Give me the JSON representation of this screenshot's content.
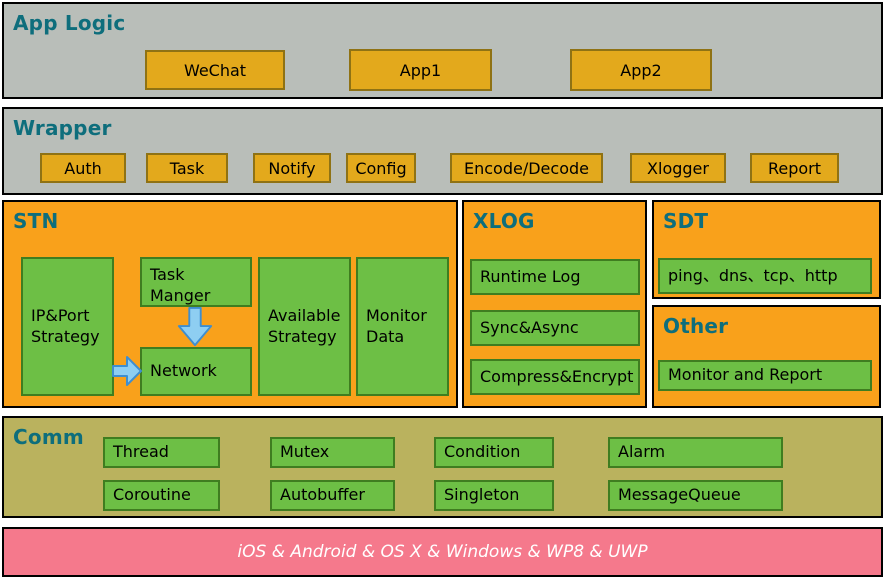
{
  "app_logic": {
    "title": "App Logic",
    "apps": [
      "WeChat",
      "App1",
      "App2"
    ]
  },
  "wrapper": {
    "title": "Wrapper",
    "items": [
      "Auth",
      "Task",
      "Notify",
      "Config",
      "Encode/Decode",
      "Xlogger",
      "Report"
    ]
  },
  "stn": {
    "title": "STN",
    "ip_port": "IP&Port Strategy",
    "task_manger": "Task Manger",
    "network": "Network",
    "available": "Available Strategy",
    "monitor": "Monitor Data"
  },
  "xlog": {
    "title": "XLOG",
    "items": [
      "Runtime Log",
      "Sync&Async",
      "Compress&Encrypt"
    ]
  },
  "sdt": {
    "title": "SDT",
    "probe": "ping、dns、tcp、http"
  },
  "other": {
    "title": "Other",
    "monitor_report": "Monitor and Report"
  },
  "comm": {
    "title": "Comm",
    "row1": [
      "Thread",
      "Mutex",
      "Condition",
      "Alarm"
    ],
    "row2": [
      "Coroutine",
      "Autobuffer",
      "Singleton",
      "MessageQueue"
    ]
  },
  "platform_bar": {
    "label": "iOS & Android & OS X & Windows & WP8 & UWP"
  },
  "colors": {
    "panel_gray": "#b9beb9",
    "panel_orange": "#f9a11b",
    "panel_olive": "#bab25e",
    "platform_pink": "#f5798c",
    "box_green": "#6dbf45",
    "box_green_border": "#3f7d20",
    "button_gold": "#e3a91c",
    "button_gold_border": "#8f7214",
    "header_teal": "#0e6e7c",
    "arrow_fill": "#8ecef2",
    "arrow_stroke": "#3e8ed0",
    "panel_border": "#000000"
  }
}
